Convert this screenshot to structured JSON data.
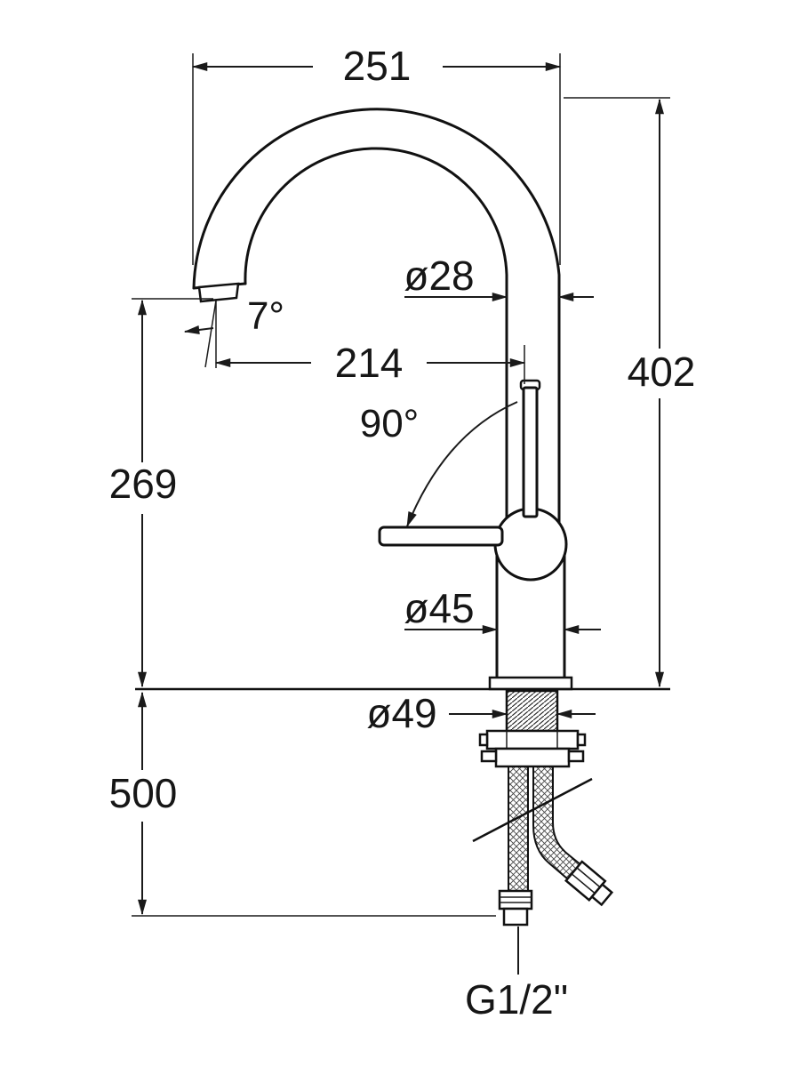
{
  "diagram": {
    "type": "faucet-technical-dimension-drawing",
    "colors": {
      "line": "#1a1a1a",
      "background": "#ffffff"
    },
    "labels": {
      "top_width": "251",
      "total_height": "402",
      "spout_height": "269",
      "hose_length": "500",
      "spout_reach": "214",
      "spout_diameter": "ø28",
      "body_diameter": "ø45",
      "shank_diameter": "ø49",
      "spout_tilt": "7°",
      "handle_swing": "90°",
      "thread": "G1/2\""
    }
  }
}
